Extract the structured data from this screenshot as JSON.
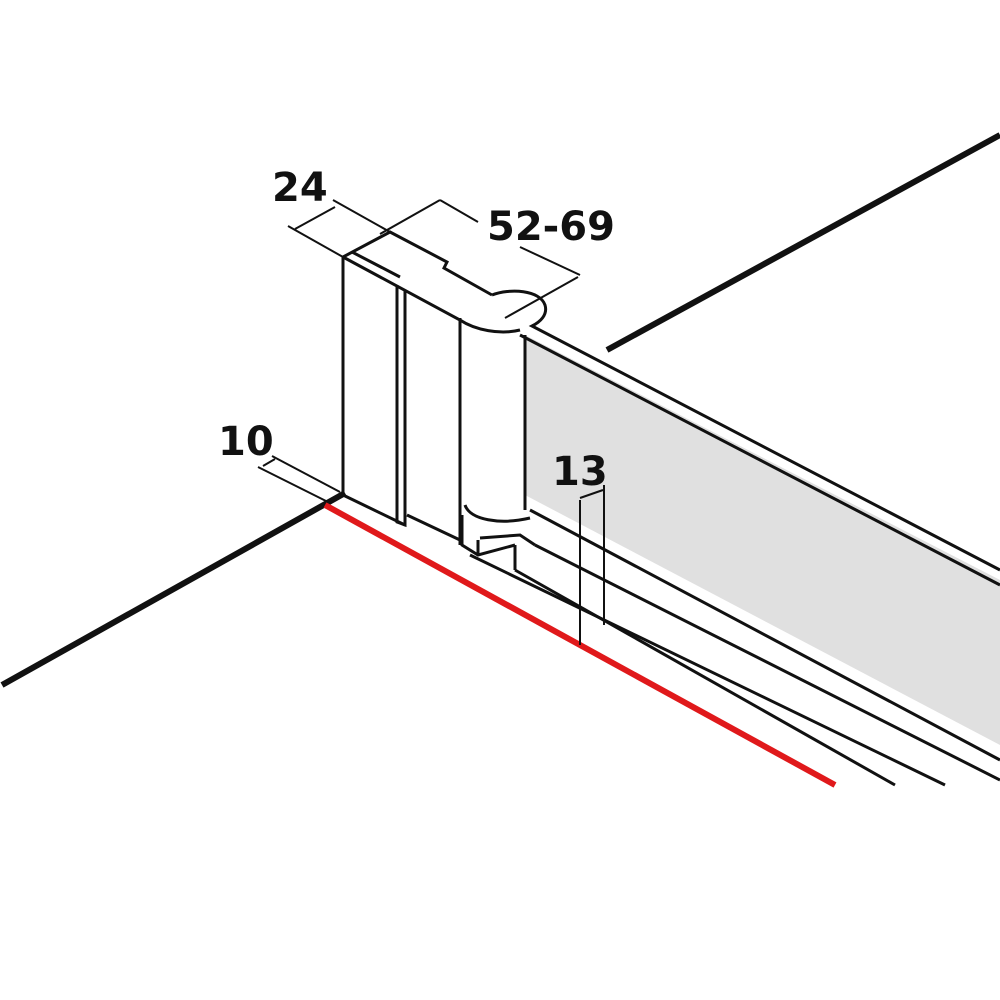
{
  "dimensions": {
    "profile_width": "24",
    "adjustment_range": "52-69",
    "offset": "10",
    "rail_depth": "13"
  },
  "colors": {
    "line": "#111111",
    "highlight": "#e0191b",
    "glass": "#e0e0e0"
  }
}
